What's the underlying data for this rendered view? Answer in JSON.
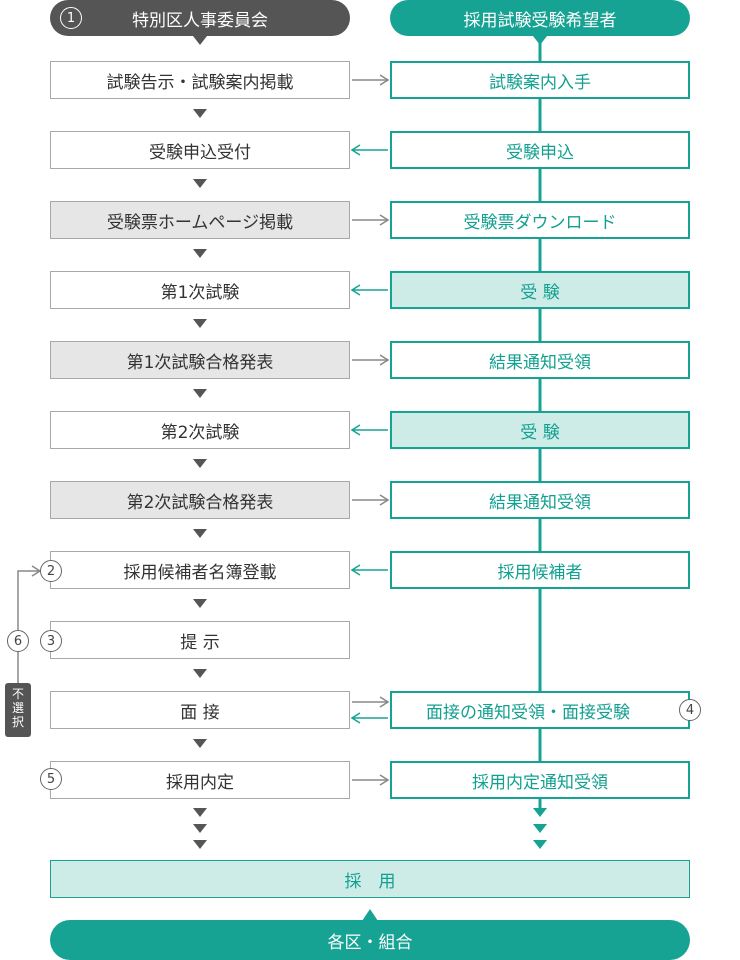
{
  "header": {
    "left_title": "特別区人事委員会",
    "right_title": "採用試験受験希望者",
    "left_marker": "1"
  },
  "left_steps": [
    {
      "label": "試験告示・試験案内掲載",
      "shaded": false
    },
    {
      "label": "受験申込受付",
      "shaded": false
    },
    {
      "label": "受験票ホームページ掲載",
      "shaded": true
    },
    {
      "label": "第1次試験",
      "shaded": false
    },
    {
      "label": "第1次試験合格発表",
      "shaded": true
    },
    {
      "label": "第2次試験",
      "shaded": false
    },
    {
      "label": "第2次試験合格発表",
      "shaded": true
    },
    {
      "label": "採用候補者名簿登載",
      "shaded": false
    },
    {
      "label": "提 示",
      "shaded": false
    },
    {
      "label": "面 接",
      "shaded": false
    },
    {
      "label": "採用内定",
      "shaded": false
    }
  ],
  "right_steps": [
    {
      "label": "試験案内入手",
      "filled": false
    },
    {
      "label": "受験申込",
      "filled": false
    },
    {
      "label": "受験票ダウンロード",
      "filled": false
    },
    {
      "label": "受 験",
      "filled": true
    },
    {
      "label": "結果通知受領",
      "filled": false
    },
    {
      "label": "受 験",
      "filled": true
    },
    {
      "label": "結果通知受領",
      "filled": false
    },
    {
      "label": "採用候補者",
      "filled": false
    },
    {
      "label": "面接の通知受領・面接受験",
      "filled": false
    },
    {
      "label": "採用内定通知受領",
      "filled": false
    }
  ],
  "markers": {
    "m2": "2",
    "m3": "3",
    "m4": "4",
    "m5": "5",
    "m6": "6"
  },
  "side_label": "不選択",
  "final": {
    "hire": "採　用",
    "destination": "各区・組合"
  },
  "colors": {
    "dark": "#555555",
    "teal": "#16a394",
    "teal_fill": "#cdece8",
    "gray_fill": "#e6e6e6",
    "border_gray": "#a8a8a8"
  }
}
